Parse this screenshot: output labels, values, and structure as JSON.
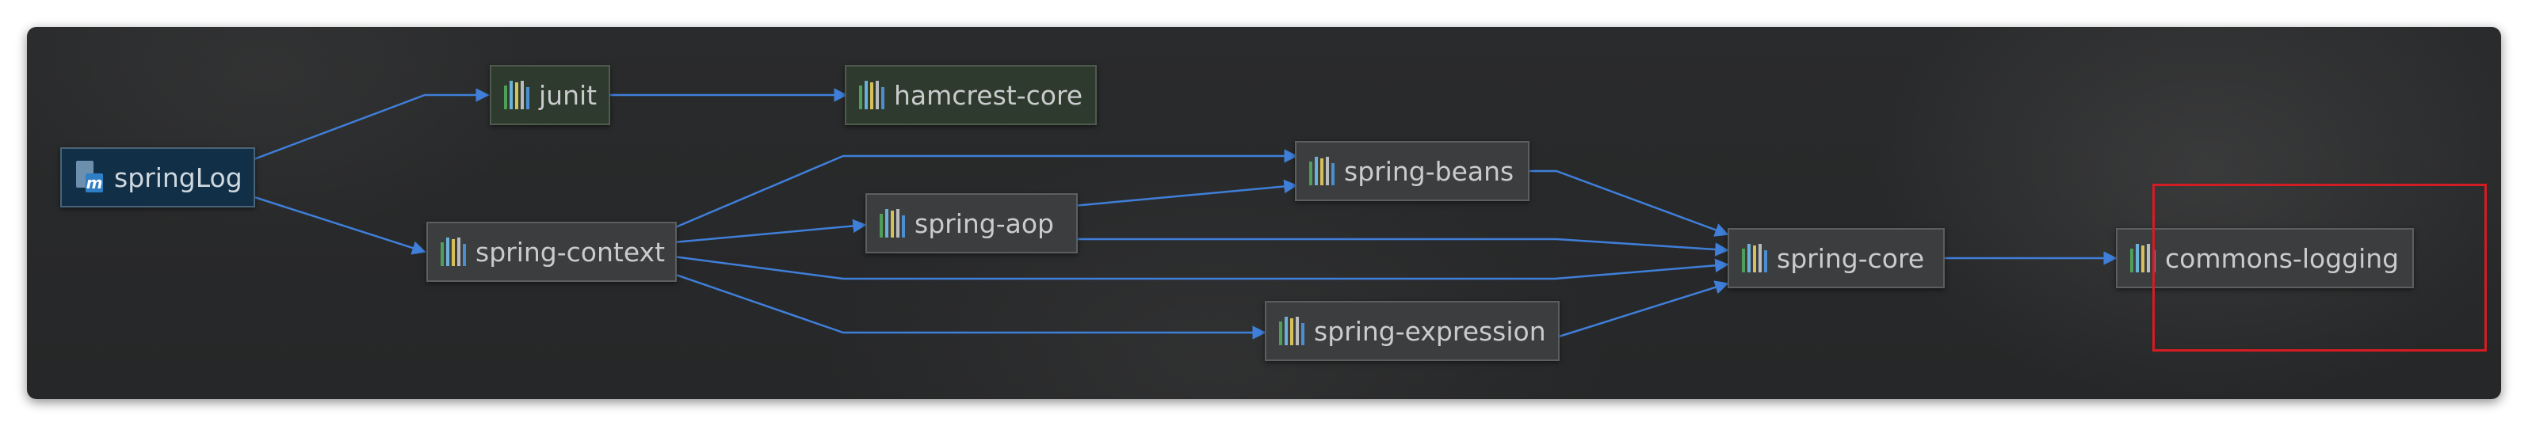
{
  "diagram": {
    "nodes": [
      {
        "id": "springLog",
        "label": "springLog",
        "icon": "maven-module-icon"
      },
      {
        "id": "junit",
        "label": "junit",
        "icon": "library-icon"
      },
      {
        "id": "hamcrest-core",
        "label": "hamcrest-core",
        "icon": "library-icon"
      },
      {
        "id": "spring-context",
        "label": "spring-context",
        "icon": "library-icon"
      },
      {
        "id": "spring-aop",
        "label": "spring-aop",
        "icon": "library-icon"
      },
      {
        "id": "spring-beans",
        "label": "spring-beans",
        "icon": "library-icon"
      },
      {
        "id": "spring-expression",
        "label": "spring-expression",
        "icon": "library-icon"
      },
      {
        "id": "spring-core",
        "label": "spring-core",
        "icon": "library-icon"
      },
      {
        "id": "commons-logging",
        "label": "commons-logging",
        "icon": "library-icon"
      }
    ],
    "edges": [
      [
        "springLog",
        "junit"
      ],
      [
        "springLog",
        "spring-context"
      ],
      [
        "junit",
        "hamcrest-core"
      ],
      [
        "spring-context",
        "spring-beans"
      ],
      [
        "spring-context",
        "spring-aop"
      ],
      [
        "spring-context",
        "spring-core"
      ],
      [
        "spring-context",
        "spring-expression"
      ],
      [
        "spring-aop",
        "spring-beans"
      ],
      [
        "spring-aop",
        "spring-core"
      ],
      [
        "spring-beans",
        "spring-core"
      ],
      [
        "spring-expression",
        "spring-core"
      ],
      [
        "spring-core",
        "commons-logging"
      ]
    ],
    "highlighted_node": "commons-logging",
    "colors": {
      "background": "#262728",
      "edge": "#3f7fd9",
      "highlight": "#d41c23",
      "root_node": "#112f47",
      "node": "#3b3d3e"
    }
  }
}
